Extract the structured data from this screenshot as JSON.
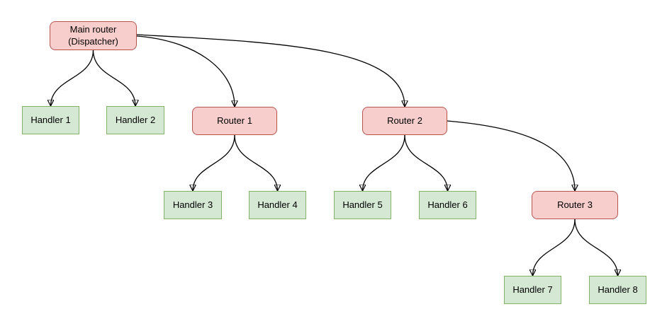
{
  "diagram": {
    "nodes": {
      "main_router": {
        "label": "Main router\n(Dispatcher)",
        "type": "router"
      },
      "router1": {
        "label": "Router 1",
        "type": "router"
      },
      "router2": {
        "label": "Router 2",
        "type": "router"
      },
      "router3": {
        "label": "Router 3",
        "type": "router"
      },
      "handler1": {
        "label": "Handler 1",
        "type": "handler"
      },
      "handler2": {
        "label": "Handler 2",
        "type": "handler"
      },
      "handler3": {
        "label": "Handler 3",
        "type": "handler"
      },
      "handler4": {
        "label": "Handler 4",
        "type": "handler"
      },
      "handler5": {
        "label": "Handler 5",
        "type": "handler"
      },
      "handler6": {
        "label": "Handler 6",
        "type": "handler"
      },
      "handler7": {
        "label": "Handler 7",
        "type": "handler"
      },
      "handler8": {
        "label": "Handler 8",
        "type": "handler"
      }
    },
    "edges": [
      {
        "from": "main_router",
        "to": "handler1"
      },
      {
        "from": "main_router",
        "to": "handler2"
      },
      {
        "from": "main_router",
        "to": "router1"
      },
      {
        "from": "main_router",
        "to": "router2"
      },
      {
        "from": "router1",
        "to": "handler3"
      },
      {
        "from": "router1",
        "to": "handler4"
      },
      {
        "from": "router2",
        "to": "handler5"
      },
      {
        "from": "router2",
        "to": "handler6"
      },
      {
        "from": "router2",
        "to": "router3"
      },
      {
        "from": "router3",
        "to": "handler7"
      },
      {
        "from": "router3",
        "to": "handler8"
      }
    ],
    "colors": {
      "router_fill": "#f8cecc",
      "router_border": "#b85450",
      "handler_fill": "#d5e8d4",
      "handler_border": "#82b366",
      "edge": "#000000",
      "background": "#ffffff"
    }
  }
}
